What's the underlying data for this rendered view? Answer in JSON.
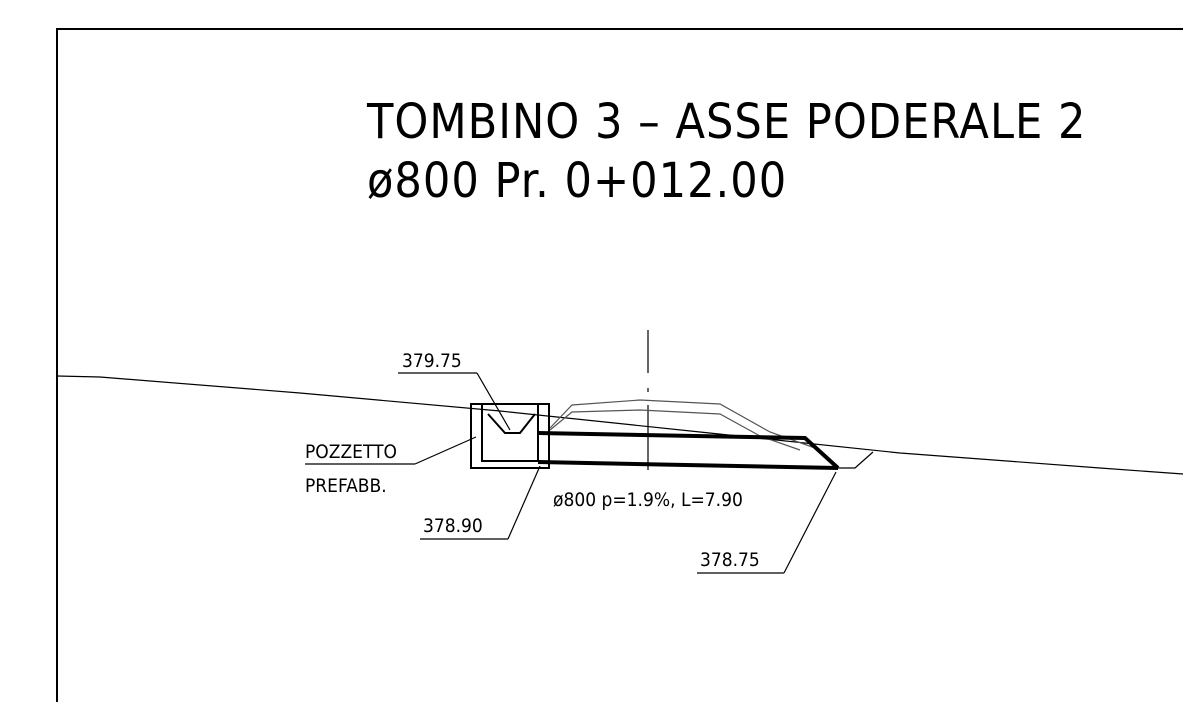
{
  "drawing": {
    "title_line1": "TOMBINO 3 – ASSE PODERALE 2",
    "title_line2": "ø800 Pr. 0+012.00"
  },
  "labels": {
    "elevation_top": "379.75",
    "elevation_inlet": "378.90",
    "elevation_outlet": "378.75",
    "pozzetto_line1": "POZZETTO",
    "pozzetto_line2": "PREFABB.",
    "pipe_spec": "ø800 p=1.9%, L=7.90"
  },
  "colors": {
    "ink": "#000000",
    "background": "#ffffff"
  }
}
